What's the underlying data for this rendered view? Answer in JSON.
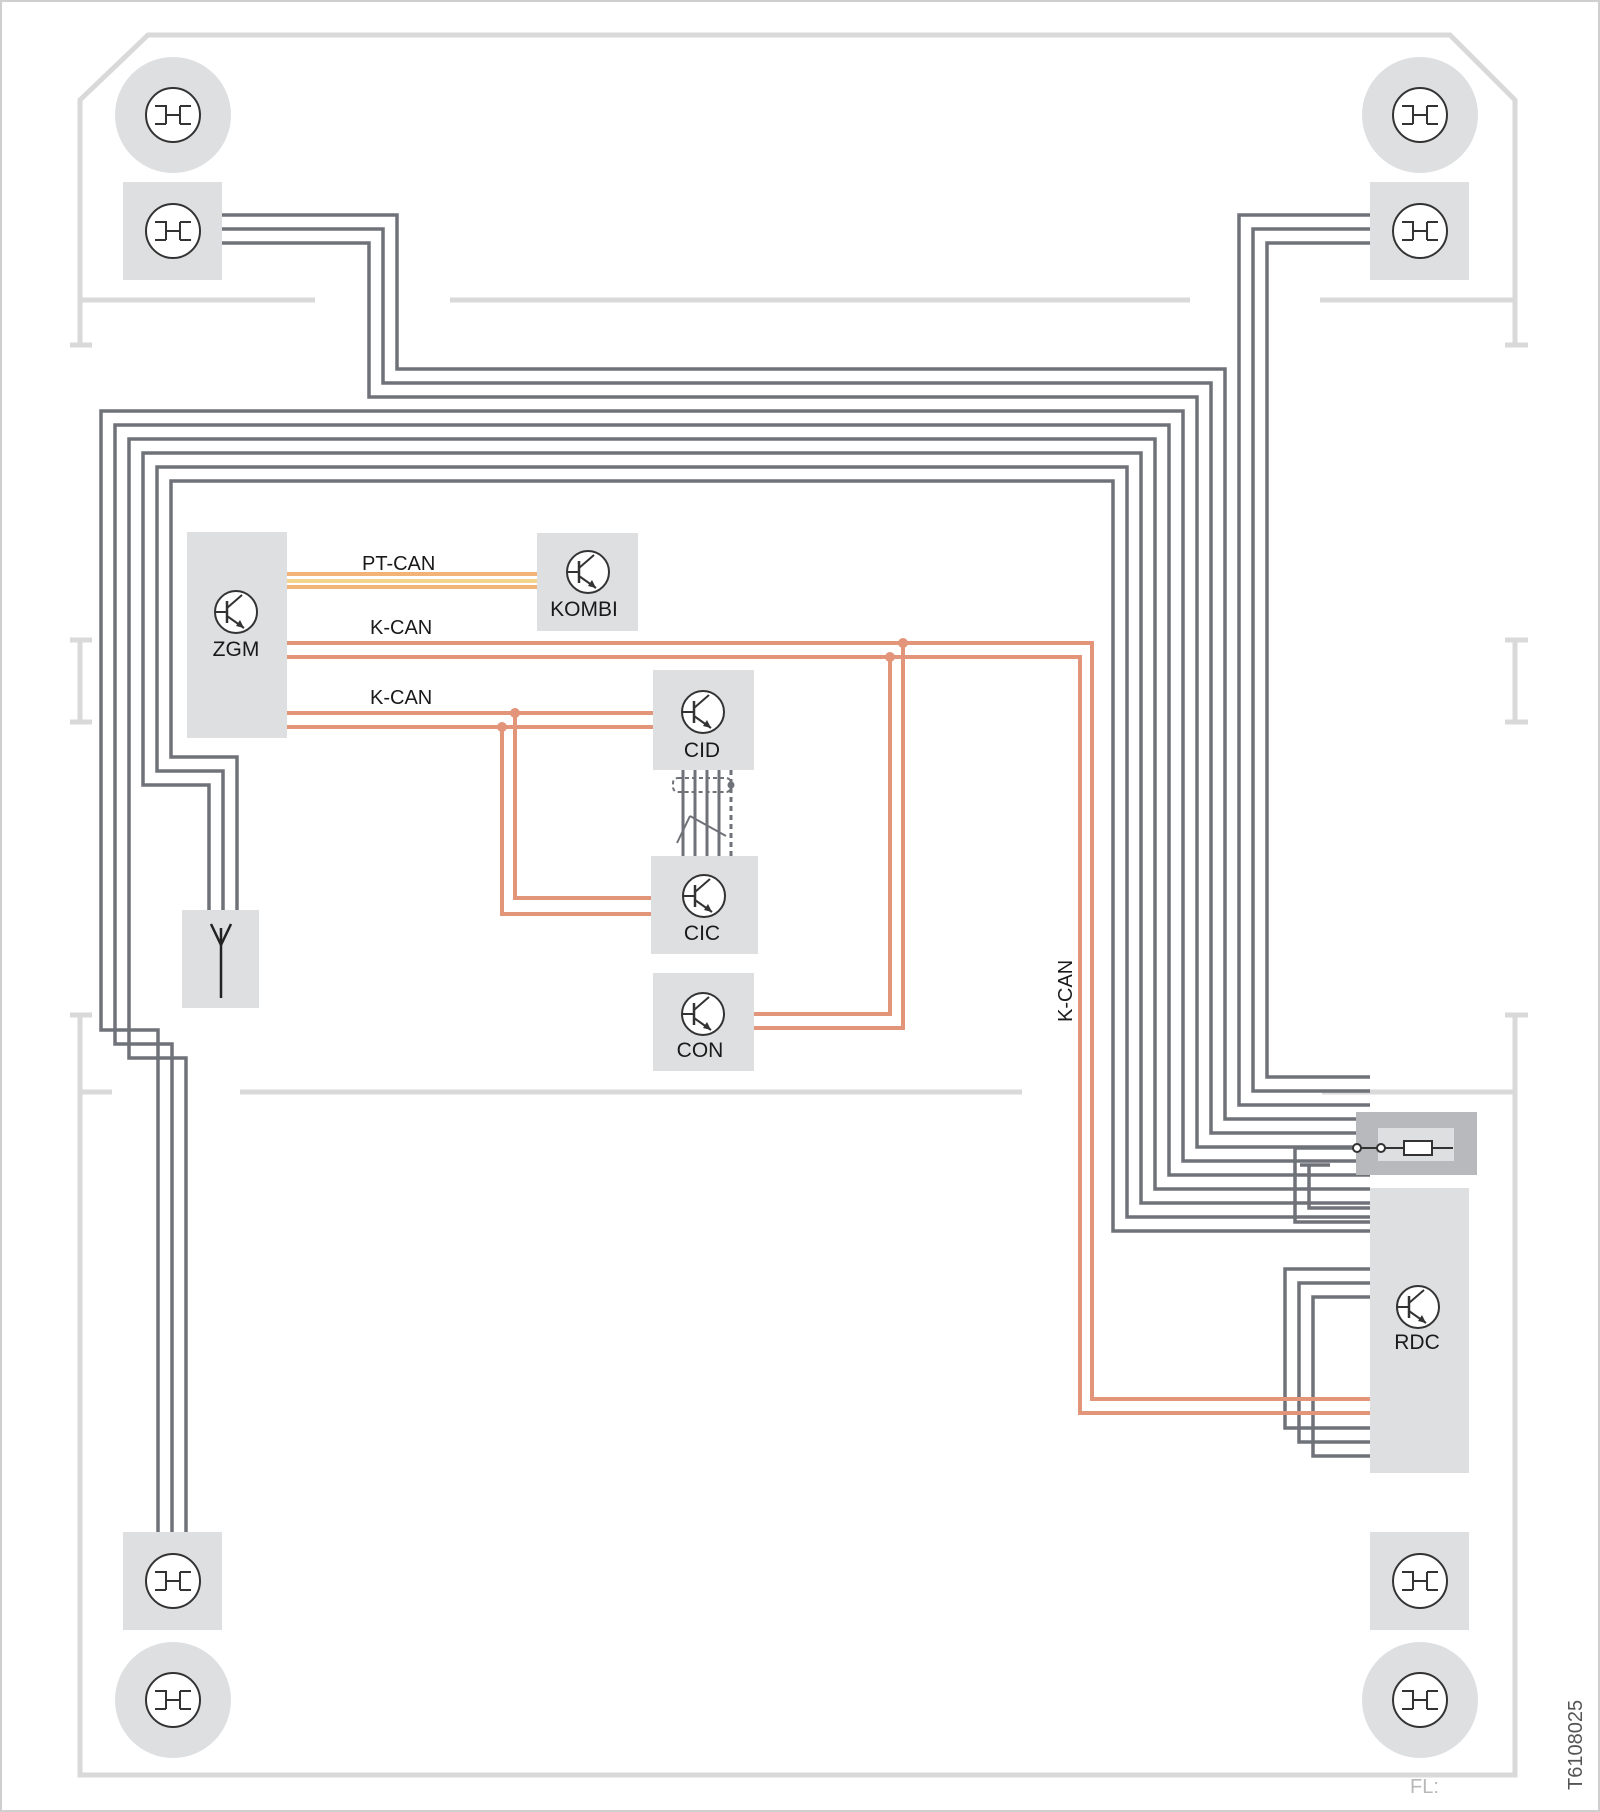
{
  "diagram": {
    "modules": {
      "zgm": "ZGM",
      "kombi": "KOMBI",
      "cid": "CID",
      "cic": "CIC",
      "con": "CON",
      "rdc": "RDC"
    },
    "bus_labels": {
      "pt_can": "PT-CAN",
      "k_can_upper": "K-CAN",
      "k_can_lower": "K-CAN",
      "k_can_vertical": "K-CAN"
    },
    "reference_code": "T6108025",
    "footer_label": "FL:",
    "colors": {
      "grey_wire": "#6f7278",
      "k_can_wire": "#e3957a",
      "pt_can_orange": "#f2b377",
      "pt_can_yellow": "#f3d48f",
      "module_fill": "#dedfe0",
      "outline": "#d6d6d6"
    },
    "icons": [
      "transistor-icon",
      "tire-sensor-icon",
      "antenna-icon",
      "fuse-icon",
      "ground-icon"
    ]
  }
}
